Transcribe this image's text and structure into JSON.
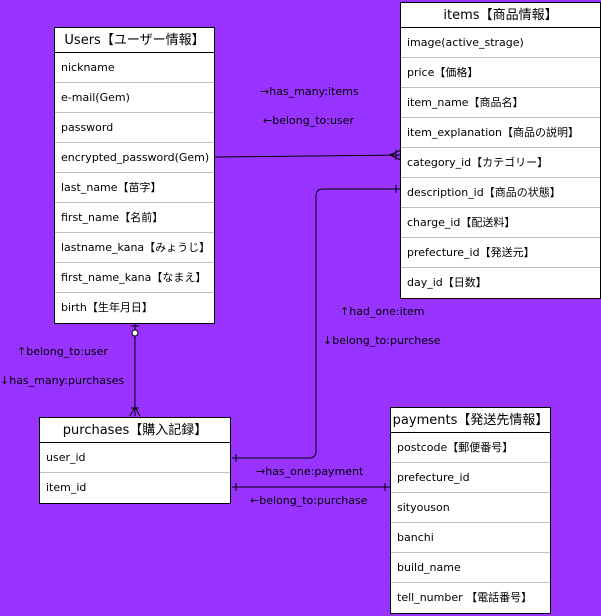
{
  "tables": {
    "users": {
      "title": "Users【ユーザー情報】",
      "fields": [
        "nickname",
        "e-mail(Gem)",
        "password",
        "encrypted_password(Gem)",
        "last_name【苗字】",
        "first_name【名前】",
        "lastname_kana【みょうじ】",
        "first_name_kana【なまえ】",
        "birth【生年月日】"
      ]
    },
    "items": {
      "title": "items【商品情報】",
      "fields": [
        "image(active_strage)",
        "price【価格】",
        "item_name【商品名】",
        "item_explanation【商品の説明】",
        "category_id【カテゴリー】",
        "description_id【商品の状態】",
        "charge_id【配送料】",
        "prefecture_id【発送元】",
        "day_id【日数】"
      ]
    },
    "purchases": {
      "title": "purchases【購入記録】",
      "fields": [
        "user_id",
        "item_id"
      ]
    },
    "payments": {
      "title": "payments【発送先情報】",
      "fields": [
        "postcode【郵便番号】",
        "prefecture_id",
        "sityouson",
        "banchi",
        "build_name",
        "tell_number 【電話番号】"
      ]
    }
  },
  "relations": {
    "users_items_has_many": "→has_many:items",
    "users_items_belong_to": "←belong_to:user",
    "users_purchases_belong_to": "↑belong_to:user",
    "users_purchases_has_many": "↓has_many:purchases",
    "items_purchases_had_one": "↑had_one:item",
    "items_purchases_belong_to": "↓belong_to:purchese",
    "purchases_payments_has_one": "→has_one:payment",
    "purchases_payments_belong_to": "←belong_to:purchase"
  },
  "colors": {
    "background": "#9933ff",
    "table_fill": "#ffffff",
    "line": "#000000"
  }
}
